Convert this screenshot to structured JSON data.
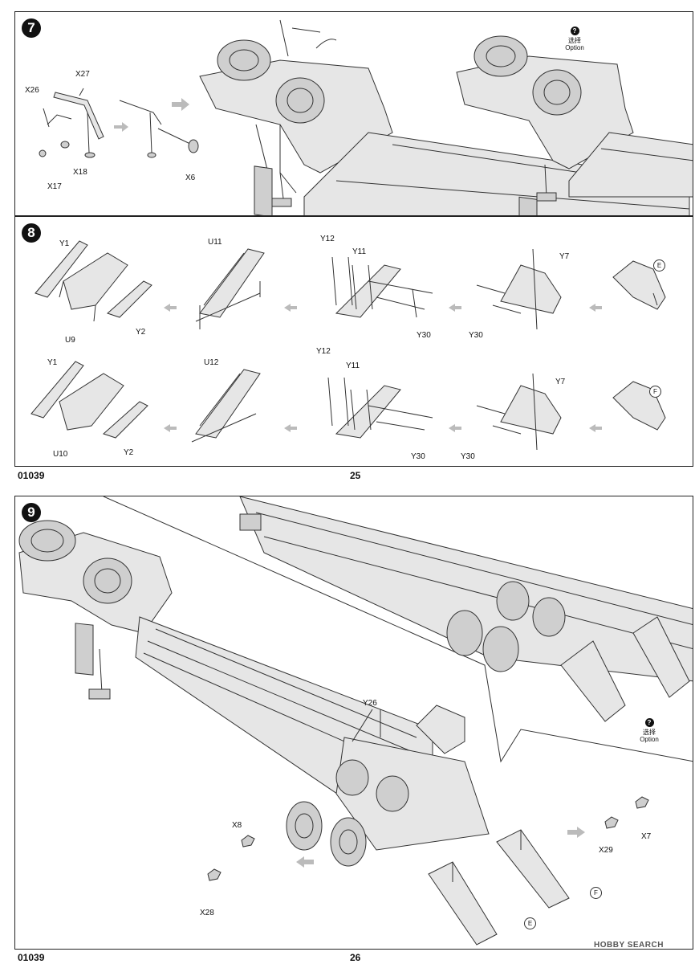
{
  "pages": [
    {
      "number": "25",
      "code": "01039"
    },
    {
      "number": "26",
      "code": "01039"
    }
  ],
  "steps": {
    "step7": {
      "number": "7",
      "labels": {
        "x26": "X26",
        "x27": "X27",
        "x18": "X18",
        "x17": "X17",
        "x6": "X6"
      },
      "option": {
        "zh": "选择",
        "en": "Option"
      }
    },
    "step8": {
      "number": "8",
      "row1": {
        "y1": "Y1",
        "u9": "U9",
        "y2": "Y2",
        "u11": "U11",
        "y12": "Y12",
        "y11": "Y11",
        "y30a": "Y30",
        "y7": "Y7",
        "y30b": "Y30",
        "sub": "E"
      },
      "row2": {
        "y1": "Y1",
        "u10": "U10",
        "y2": "Y2",
        "u12": "U12",
        "y12": "Y12",
        "y11": "Y11",
        "y30a": "Y30",
        "y7": "Y7",
        "y30b": "Y30",
        "sub": "F"
      }
    },
    "step9": {
      "number": "9",
      "labels": {
        "y26": "Y26",
        "x8": "X8",
        "x28": "X28",
        "x29": "X29",
        "x7": "X7",
        "f": "F",
        "e": "E"
      },
      "option": {
        "zh": "选择",
        "en": "Option"
      }
    }
  },
  "watermark": "HOBBY SEARCH"
}
